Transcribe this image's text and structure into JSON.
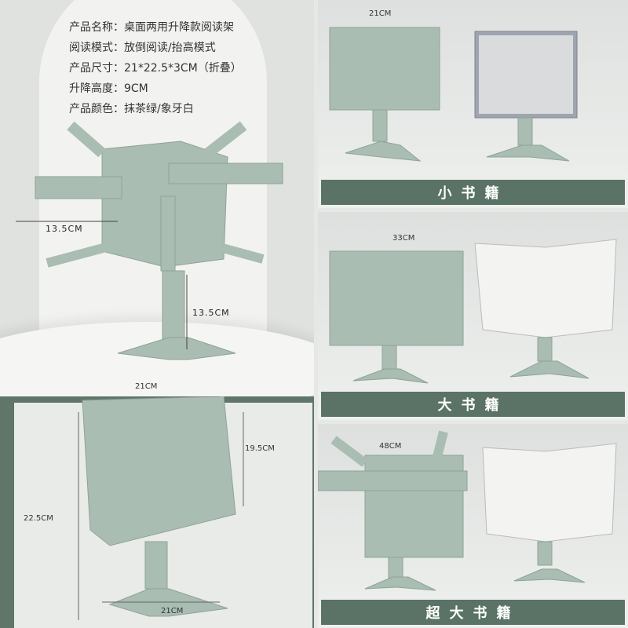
{
  "specs": [
    {
      "label": "产品名称：",
      "value": "桌面两用升降款阅读架"
    },
    {
      "label": "阅读模式：",
      "value": "放倒阅读/抬高模式"
    },
    {
      "label": "产品尺寸：",
      "value": "21*22.5*3CM（折叠）"
    },
    {
      "label": "升降高度：",
      "value": "9CM"
    },
    {
      "label": "产品颜色：",
      "value": "抹茶绿/象牙白"
    }
  ],
  "hero": {
    "width_label": "13.5CM",
    "height_label": "13.5CM"
  },
  "dims": {
    "top_width": "21CM",
    "height": "22.5CM",
    "inner_height": "19.5CM",
    "base_width": "21CM"
  },
  "panels": [
    {
      "dimension": "21CM",
      "label": "小书籍"
    },
    {
      "dimension": "33CM",
      "label": "大书籍"
    },
    {
      "dimension": "48CM",
      "label": "超大书籍"
    }
  ],
  "colors": {
    "accent": "#5a7366",
    "product": "#a9bdb2"
  }
}
